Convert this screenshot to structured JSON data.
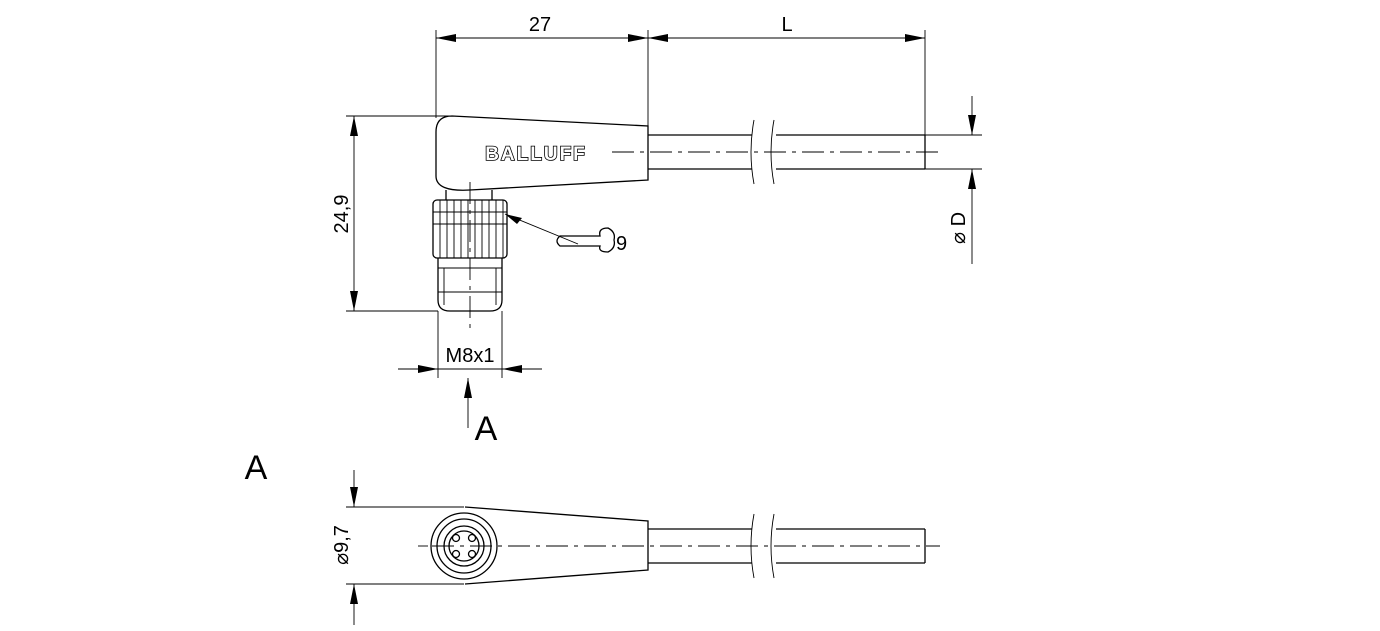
{
  "drawing": {
    "brand": "BALLUFF",
    "dimensions": {
      "length_27": "27",
      "length_L": "L",
      "height": "24,9",
      "thread": "M8x1",
      "wrench": "9",
      "cable_diameter": "⌀ D",
      "head_diameter": "⌀9,7"
    },
    "view_marker": "A",
    "view_label": "A"
  }
}
